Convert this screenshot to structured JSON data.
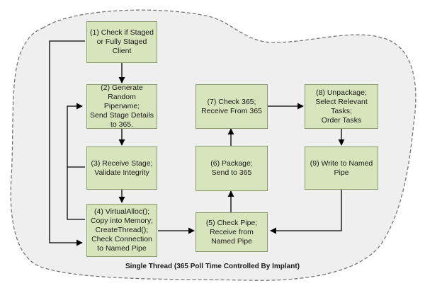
{
  "boxes": {
    "b1": "(1) Check if Staged\nor Fully Staged\nClient",
    "b2": "(2) Generate\nRandom Pipename;\nSend Stage Details\nto 365.",
    "b3": "(3) Receive Stage;\nValidate Integrity",
    "b4": "(4) VirtualAlloc();\nCopy into Memory;\nCreateThread();\nCheck Connection\nto Named Pipe",
    "b5": "(5) Check Pipe;\nReceive from\nNamed Pipe",
    "b6": "(6) Package;\nSend to 365",
    "b7": "(7) Check 365;\nReceive From 365",
    "b8": "(8) Unpackage;\nSelect Relevant\nTasks;\nOrder Tasks",
    "b9": "(9) Write to Named\nPipe"
  },
  "caption": "Single Thread (365 Poll Time Controlled By Implant)",
  "colors": {
    "box_fill": "#d8e4bc",
    "region_fill": "#efefef"
  }
}
